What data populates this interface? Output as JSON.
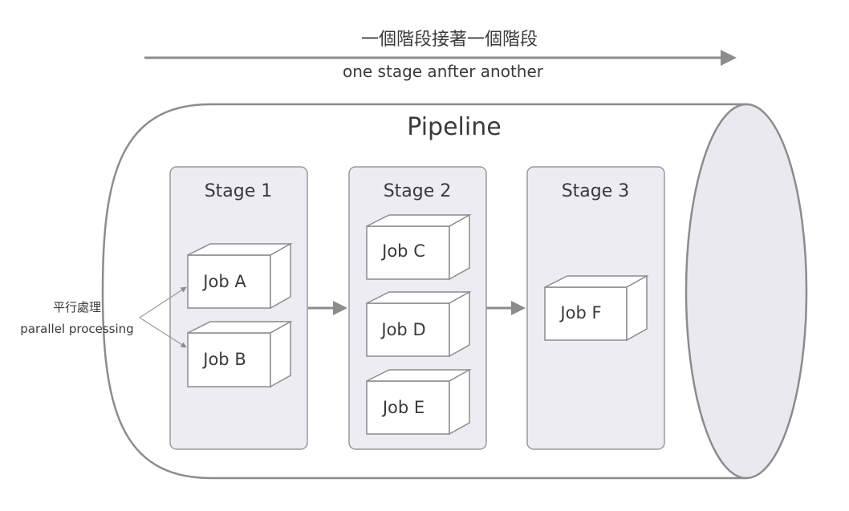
{
  "header": {
    "title_zh": "一個階段接著一個階段",
    "title_en": "one stage anfter another"
  },
  "pipeline": {
    "label": "Pipeline"
  },
  "stages": [
    {
      "title": "Stage 1",
      "jobs": [
        "Job A",
        "Job B"
      ]
    },
    {
      "title": "Stage 2",
      "jobs": [
        "Job C",
        "Job D",
        "Job E"
      ]
    },
    {
      "title": "Stage 3",
      "jobs": [
        "Job F"
      ]
    }
  ],
  "parallel": {
    "label_zh": "平行處理",
    "label_en": "parallel processing"
  },
  "colors": {
    "stroke": "#8c8c8c",
    "arrow": "#8c8c8c",
    "stage_fill": "#ececf2",
    "cap_fill": "#e9e9ef",
    "job_fill": "#ffffff",
    "text": "#3a3a3a"
  }
}
